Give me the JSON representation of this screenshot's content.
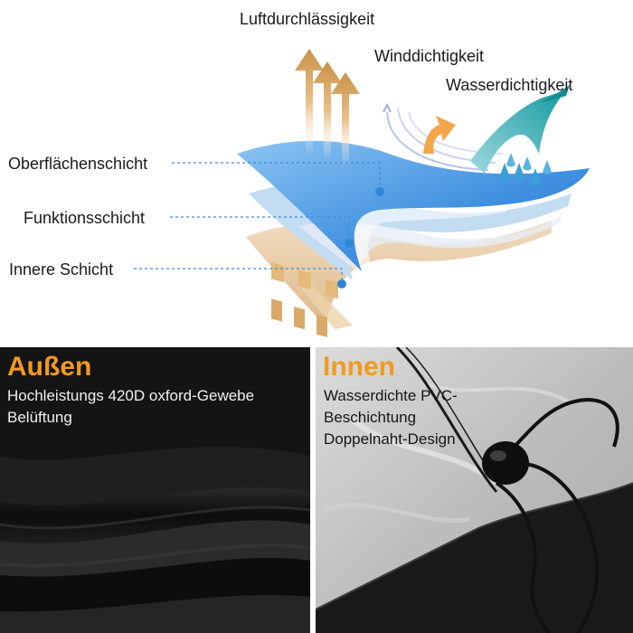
{
  "diagram": {
    "top_labels": {
      "breathability": "Luftdurchlässigkeit",
      "windproof": "Winddichtigkeit",
      "waterproof": "Wasserdichtigkeit"
    },
    "layers": [
      {
        "label": "Oberflächenschicht"
      },
      {
        "label": "Funktionsschicht"
      },
      {
        "label": "Innere Schicht"
      }
    ],
    "colors": {
      "outer_layer": "#5aa7e6",
      "function_layer": "#b9d8f3",
      "inner_layer": "#e8c9a0",
      "arrows": "#d9a862",
      "wind": "#f4a64a",
      "water": "#1ea3a8",
      "leader_line": "#3a8fd8"
    }
  },
  "outside": {
    "title": "Außen",
    "lines": [
      "Hochleistungs 420D oxford-Gewebe",
      "Belüftung"
    ],
    "accent": "#f29a1f"
  },
  "inside": {
    "title": "Innen",
    "lines": [
      "Wasserdichte PVC-",
      "Beschichtung",
      "Doppelnaht-Design"
    ],
    "accent": "#f29a1f"
  }
}
